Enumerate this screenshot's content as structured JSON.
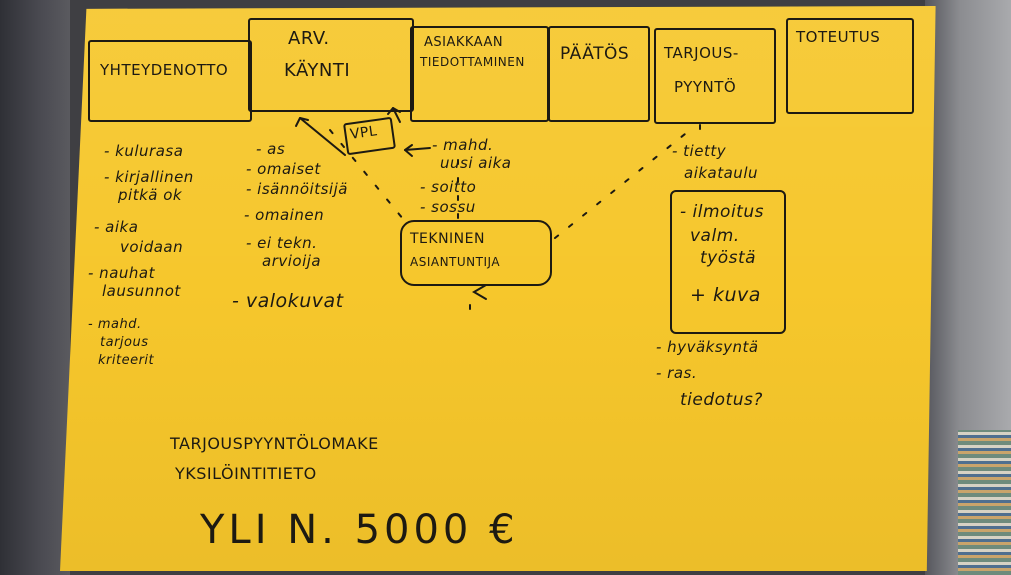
{
  "stages": [
    {
      "id": "yhteydenotto",
      "label": "YHTEYDENOTTO"
    },
    {
      "id": "arv-kaynti",
      "label_line1": "ARV.",
      "label_line2": "KÄYNTI"
    },
    {
      "id": "asiakkaan-tiedottaminen",
      "label_line1": "ASIAKKAAN",
      "label_line2": "TIEDOTTAMINEN"
    },
    {
      "id": "paatos",
      "label": "PÄÄTÖS"
    },
    {
      "id": "tarjouspyynto",
      "label_line1": "TARJOUS-",
      "label_line2": "PYYNTÖ"
    },
    {
      "id": "toteutus",
      "label": "TOTEUTUS"
    }
  ],
  "notes_col1": [
    "- kulurasa",
    "- kirjallinen",
    "pitkä ok",
    "- aika",
    "voidaan",
    "- nauhat",
    "lausunnot",
    "- mahd.",
    "tarjous",
    "kriteerit"
  ],
  "notes_col2": [
    "- as",
    "- omaiset",
    "- isännöitsijä",
    "- omainen",
    "- ei tekn.",
    "arvioija",
    "- valokuvat"
  ],
  "vpl_label": "VPL",
  "notes_col3": [
    "- mahd.",
    "uusi aika",
    "- soitto",
    "- sossu"
  ],
  "tech_box": {
    "line1": "TEKNINEN",
    "line2": "ASIANTUNTIJA"
  },
  "notes_right": [
    "- tietty",
    "aikataulu",
    "- hyväksyntä",
    "- ras.",
    "tiedotus?"
  ],
  "right_box": [
    "- ilmoitus",
    "valm.",
    "työstä",
    "+ kuva"
  ],
  "footer": {
    "line1": "TARJOUSPYYNTÖLOMAKE",
    "line2": "YKSILÖINTITIETO",
    "line3": "YLI N. 5000 €"
  }
}
